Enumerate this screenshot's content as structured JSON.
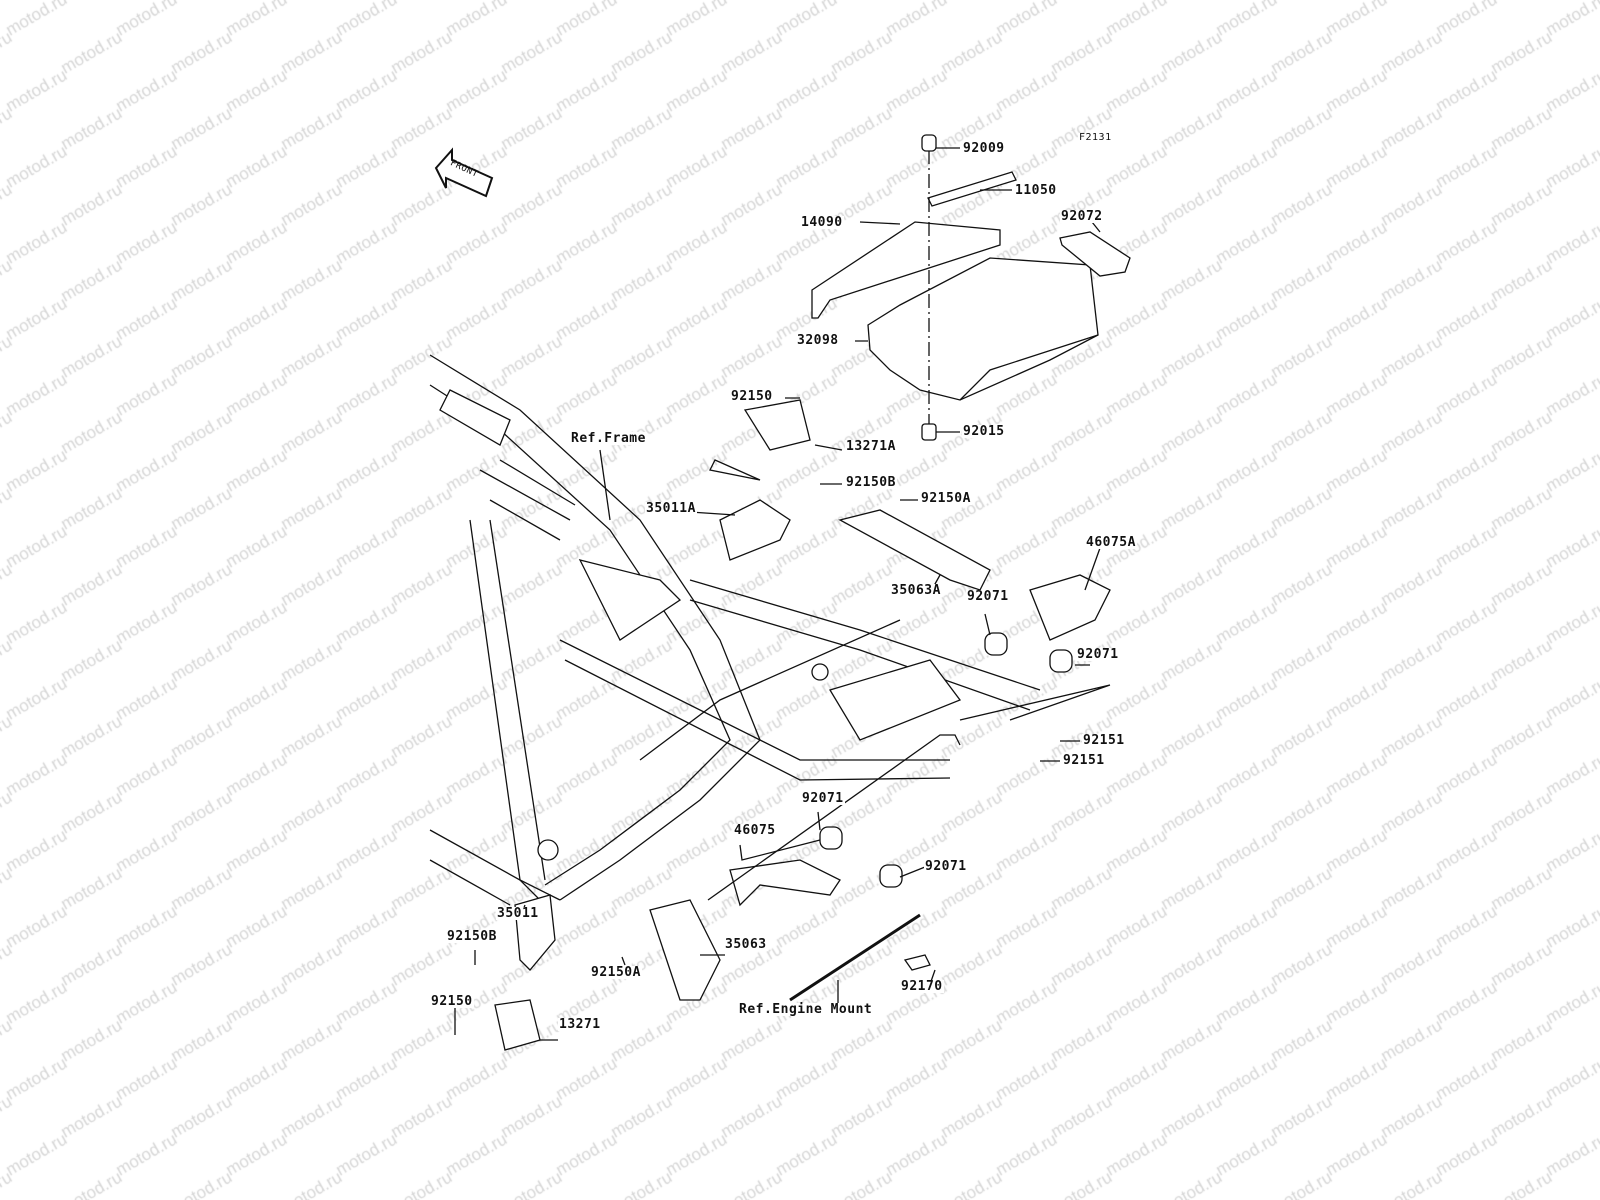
{
  "diagram": {
    "code": "F2131",
    "front_label": "FRONT",
    "watermark": "motod.ru",
    "refs": {
      "frame": "Ref.Frame",
      "engine_mount": "Ref.Engine Mount"
    },
    "parts": [
      {
        "id": "p92009",
        "number": "92009"
      },
      {
        "id": "p11050",
        "number": "11050"
      },
      {
        "id": "p14090",
        "number": "14090"
      },
      {
        "id": "p92072",
        "number": "92072"
      },
      {
        "id": "p32098",
        "number": "32098"
      },
      {
        "id": "p92150_top",
        "number": "92150"
      },
      {
        "id": "p13271A",
        "number": "13271A"
      },
      {
        "id": "p92015",
        "number": "92015"
      },
      {
        "id": "p92150B_top",
        "number": "92150B"
      },
      {
        "id": "p92150A_top",
        "number": "92150A"
      },
      {
        "id": "p35011A",
        "number": "35011A"
      },
      {
        "id": "p46075A",
        "number": "46075A"
      },
      {
        "id": "p35063A",
        "number": "35063A"
      },
      {
        "id": "p92071_a",
        "number": "92071"
      },
      {
        "id": "p92071_b",
        "number": "92071"
      },
      {
        "id": "p92151_a",
        "number": "92151"
      },
      {
        "id": "p92151_b",
        "number": "92151"
      },
      {
        "id": "p92071_c",
        "number": "92071"
      },
      {
        "id": "p46075",
        "number": "46075"
      },
      {
        "id": "p92071_d",
        "number": "92071"
      },
      {
        "id": "p35011",
        "number": "35011"
      },
      {
        "id": "p92150B_bot",
        "number": "92150B"
      },
      {
        "id": "p35063",
        "number": "35063"
      },
      {
        "id": "p92150A_bot",
        "number": "92150A"
      },
      {
        "id": "p92170",
        "number": "92170"
      },
      {
        "id": "p92150_bot",
        "number": "92150"
      },
      {
        "id": "p13271",
        "number": "13271"
      }
    ]
  }
}
